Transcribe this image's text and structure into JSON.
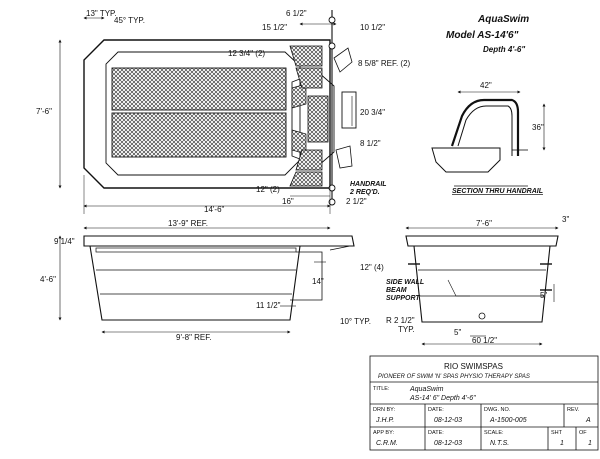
{
  "title": {
    "brand": "AquaSwim",
    "model": "Model AS-14'6\"",
    "depth": "Depth 4'-6\""
  },
  "plan_dims": {
    "d13": "13\" TYP.",
    "d45": "45° TYP.",
    "d6h": "6 1/2\"",
    "d15h": "15 1/2\"",
    "d10h": "10 1/2\"",
    "d1234": "12 3/4\" (2)",
    "d858": "8 5/8\" REF. (2)",
    "d2034": "20 3/4\"",
    "d8h": "8 1/2\"",
    "d12_2": "12\" (2)",
    "d16": "16\"",
    "d2h": "2 1/2\"",
    "d76": "7'-6\"",
    "d146": "14'-6\"",
    "handrail": "HANDRAIL",
    "handrail2": "2 REQ'D."
  },
  "handrail_section": {
    "d42": "42\"",
    "d36": "36\"",
    "label": "SECTION THRU HANDRAIL"
  },
  "side_dims": {
    "d139": "13'-9\" REF.",
    "d914": "9 1/4\"",
    "d46": "4'-6\"",
    "d14": "14\"",
    "d12_4": "12\" (4)",
    "d11h": "11 1/2\"",
    "d10typ": "10° TYP.",
    "d98": "9'-8\" REF."
  },
  "end_dims": {
    "d76": "7'-6\"",
    "d3": "3\"",
    "sidewall1": "SIDE WALL",
    "sidewall2": "BEAM",
    "sidewall3": "SUPPORT",
    "d5a": "5\"",
    "d212": "R 2 1/2\"",
    "d5b": "5\"",
    "d6012": "60 1/2\"",
    "typ": "TYP."
  },
  "titleblock": {
    "company": "RIO SWIMSPAS",
    "tagline": "PIONEER OF SWIM 'N' SPAS   PHYSIO THERAPY SPAS",
    "title_label": "TITLE:",
    "title_line1": "AquaSwim",
    "title_line2": "AS-14' 6\"  Depth 4'-6\"",
    "drn_label": "DRN BY:",
    "drn_value": "J.H.P.",
    "date_label": "DATE:",
    "date_value": "08-12-03",
    "dwg_label": "DWG. NO.",
    "dwg_value": "A-1500-005",
    "rev_label": "REV.",
    "rev_value": "A",
    "app_label": "APP BY:",
    "app_value": "C.R.M.",
    "date2_label": "DATE:",
    "date2_value": "08-12-03",
    "scale_label": "SCALE:",
    "scale_value": "N.T.S.",
    "sht_label": "SHT",
    "sht_value": "1",
    "of_label": "OF",
    "of_value": "1"
  }
}
